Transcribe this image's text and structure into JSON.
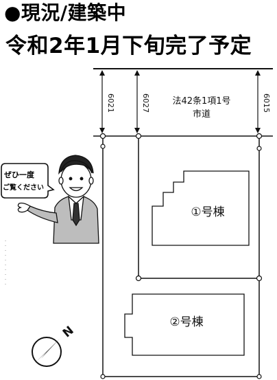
{
  "headline": {
    "line1": "●現況/建築中",
    "line2": "令和2年1月下旬完了予定"
  },
  "road": {
    "label_line1": "法42条1項1号",
    "label_line2": "市道",
    "widths": [
      "6021",
      "6027",
      "6015"
    ]
  },
  "buildings": {
    "building1": "①号棟",
    "building2": "②号棟"
  },
  "mascot": {
    "speech_line1": "ぜひ一度",
    "speech_line2": "ご覧ください"
  },
  "compass": {
    "north_label": "N"
  },
  "colors": {
    "line": "#111111",
    "background": "#ffffff"
  }
}
